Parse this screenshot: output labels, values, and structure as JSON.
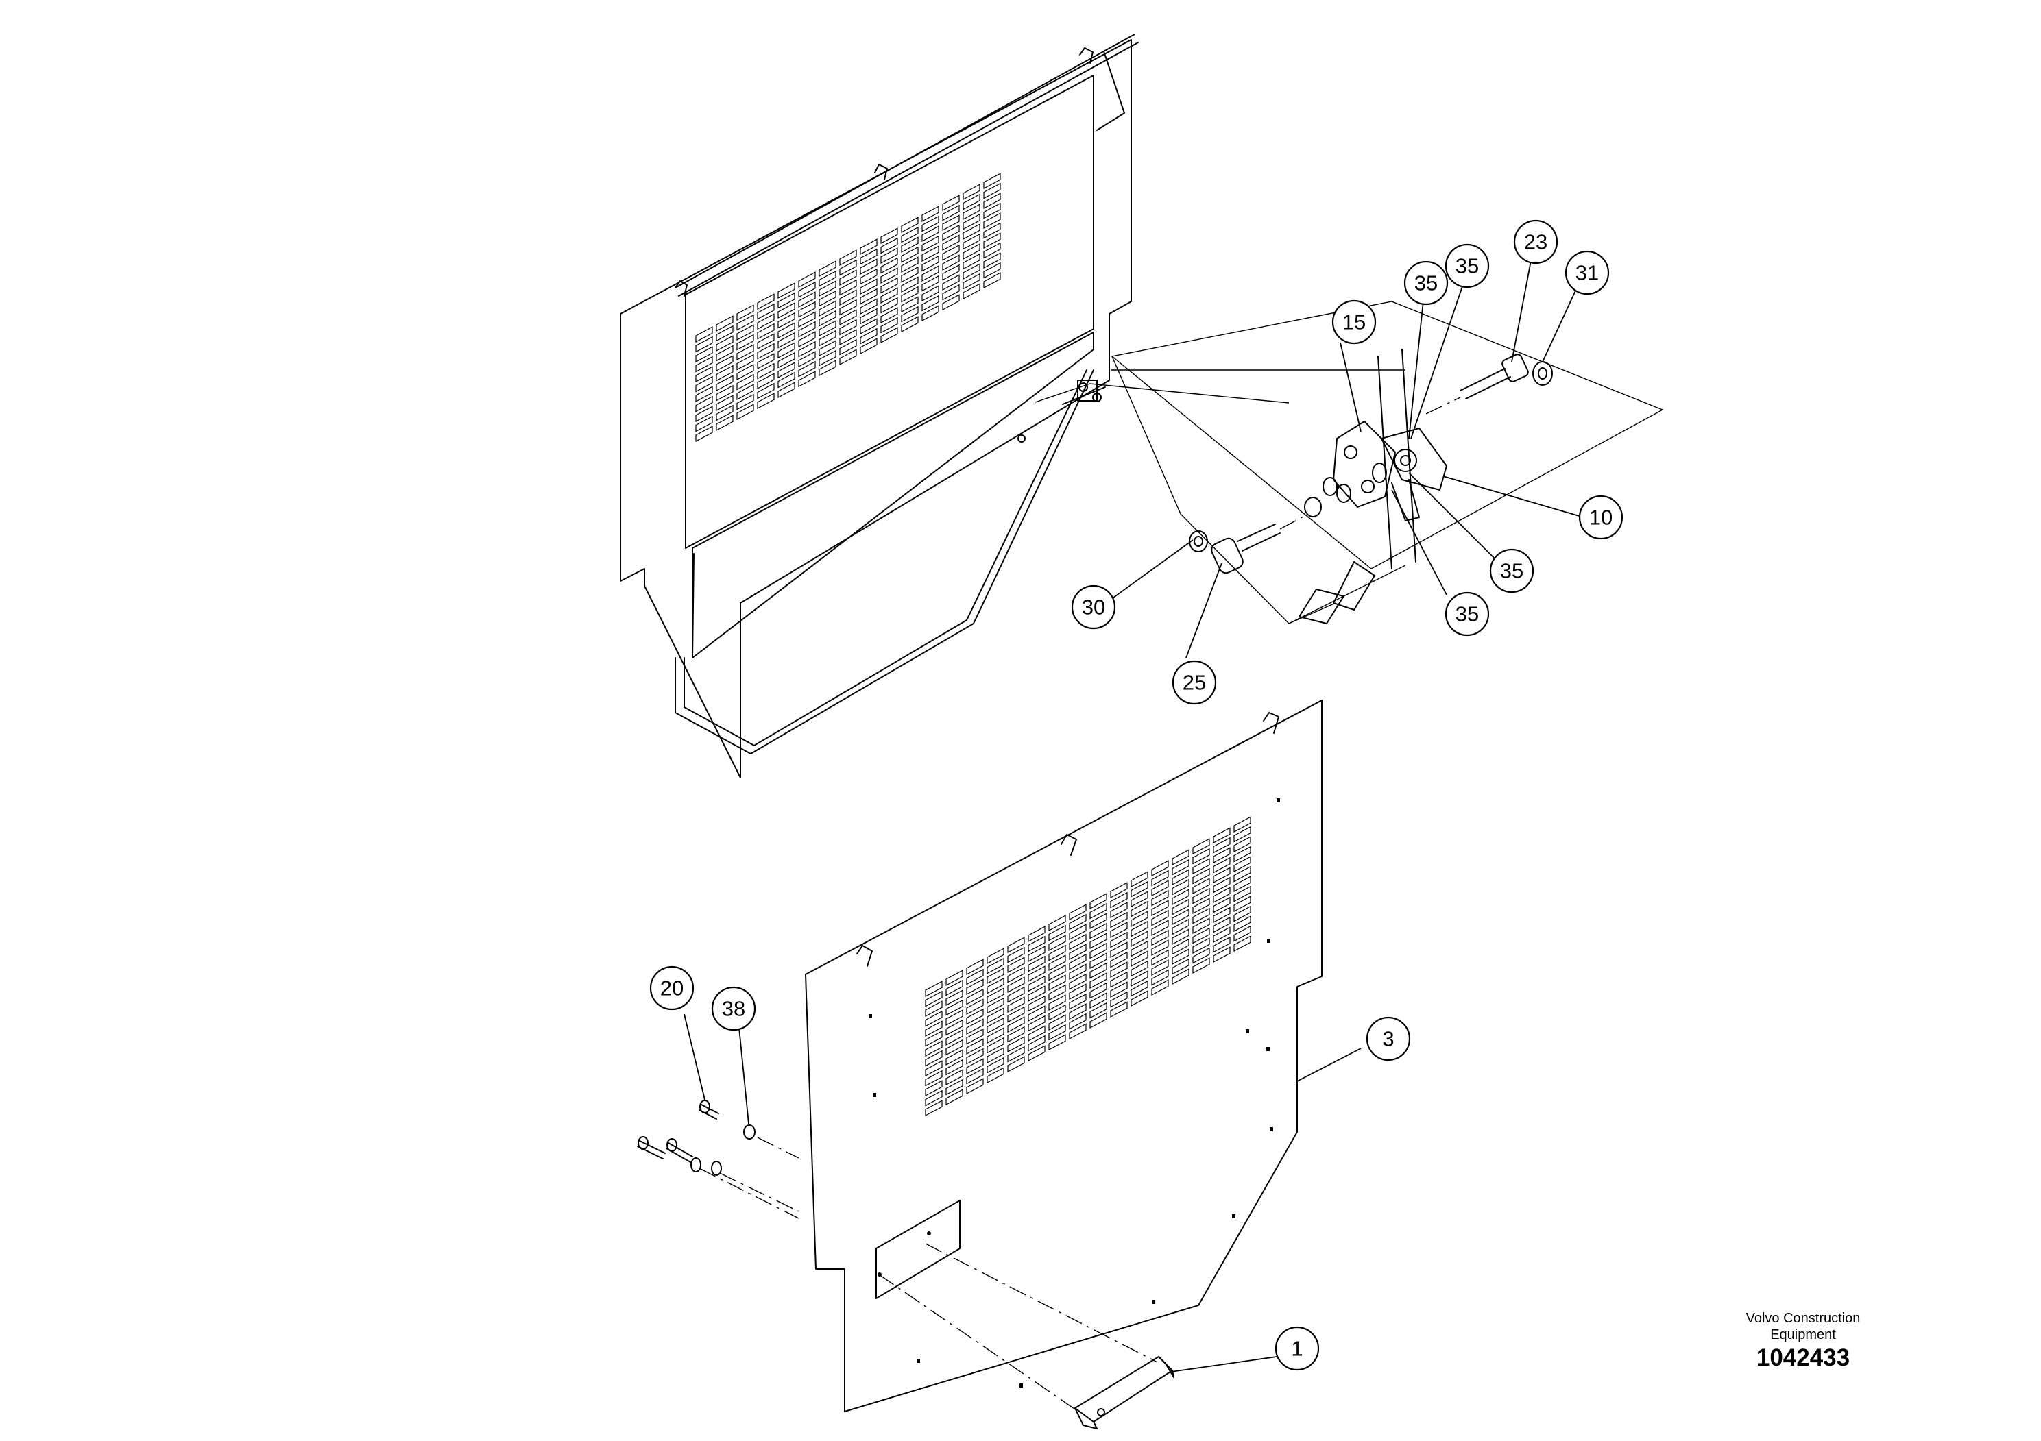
{
  "diagram": {
    "callouts": [
      {
        "id": "c23",
        "label": "23"
      },
      {
        "id": "c35a",
        "label": "35"
      },
      {
        "id": "c35b",
        "label": "35"
      },
      {
        "id": "c31",
        "label": "31"
      },
      {
        "id": "c15",
        "label": "15"
      },
      {
        "id": "c10",
        "label": "10"
      },
      {
        "id": "c35c",
        "label": "35"
      },
      {
        "id": "c35d",
        "label": "35"
      },
      {
        "id": "c30",
        "label": "30"
      },
      {
        "id": "c25",
        "label": "25"
      },
      {
        "id": "c20",
        "label": "20"
      },
      {
        "id": "c38",
        "label": "38"
      },
      {
        "id": "c3",
        "label": "3"
      },
      {
        "id": "c1",
        "label": "1"
      }
    ]
  },
  "footer": {
    "brand_line1": "Volvo Construction",
    "brand_line2": "Equipment",
    "doc_number": "1042433"
  }
}
